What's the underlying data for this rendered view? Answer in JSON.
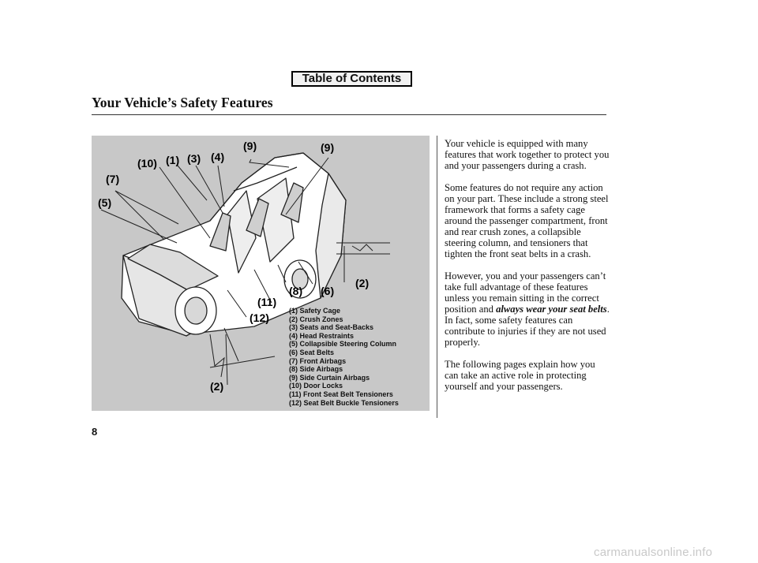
{
  "toc_button": "Table of Contents",
  "page": {
    "title": "Your Vehicle’s Safety Features",
    "number": "8"
  },
  "figure": {
    "callouts": [
      "(9)",
      "(9)",
      "(10)",
      "(1)",
      "(3)",
      "(4)",
      "(7)",
      "(5)",
      "(2)",
      "(8)",
      "(6)",
      "(11)",
      "(12)",
      "(2)"
    ],
    "legend": [
      "(1) Safety Cage",
      "(2) Crush Zones",
      "(3) Seats and Seat-Backs",
      "(4) Head Restraints",
      "(5) Collapsible Steering Column",
      "(6) Seat Belts",
      "(7) Front Airbags",
      "(8) Side Airbags",
      "(9) Side Curtain Airbags",
      "(10) Door Locks",
      "(11) Front Seat Belt Tensioners",
      "(12) Seat Belt Buckle Tensioners"
    ]
  },
  "body": {
    "p1": "Your vehicle is equipped with many features that work together to protect you and your passengers during a crash.",
    "p2": "Some features do not require any action on your part. These include a strong steel framework that forms a safety cage around the passenger compartment, front and rear crush zones, a collapsible steering column, and tensioners that tighten the front seat belts in a crash.",
    "p3_before": "However, you and your passengers can’t take full advantage of these features unless you remain sitting in the correct position and ",
    "p3_emph": "always wear your seat belts",
    "p3_after": ". In fact, some safety features can contribute to injuries if they are not used properly.",
    "p4": "The following pages explain how you can take an active role in protecting yourself and your passengers."
  },
  "watermark": "carmanualsonline.info"
}
